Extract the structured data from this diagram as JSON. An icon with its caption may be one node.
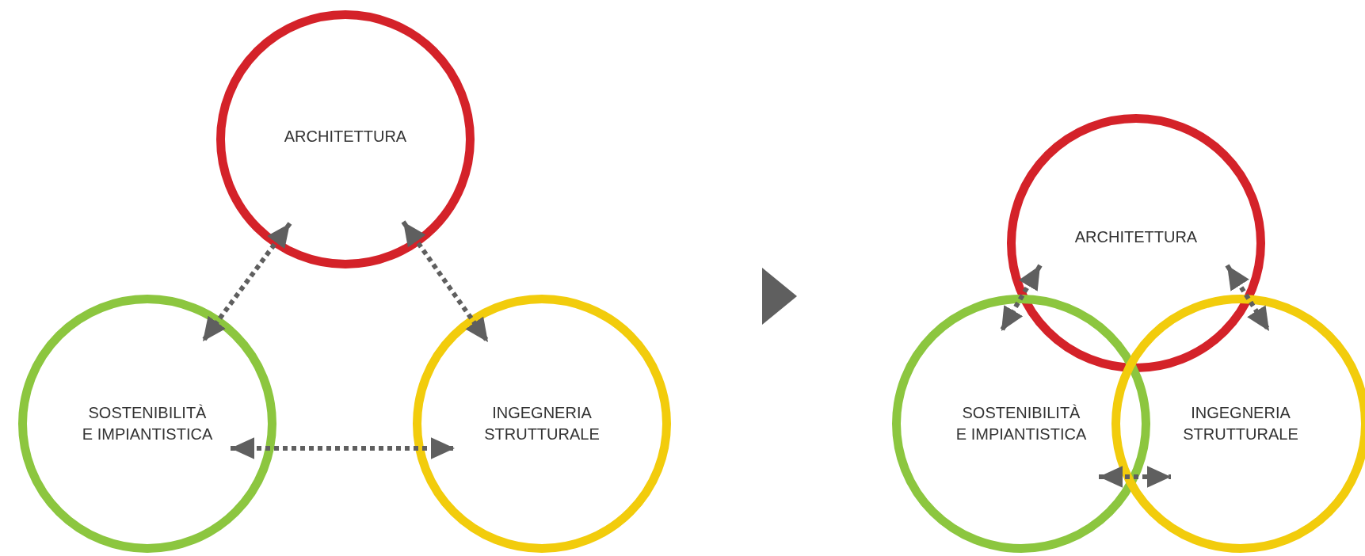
{
  "diagram": {
    "nodes": [
      {
        "text": [
          "ARCHITETTURA"
        ]
      },
      {
        "text": [
          "SOSTENIBILITÀ E IMPIANTISTICA"
        ]
      },
      {
        "text": [
          "INGEGNERIA STRUTTURALE"
        ]
      },
      {
        "text": [
          "ARCHITETTURA"
        ]
      },
      {
        "text": [
          "SOSTENIBILITÀ E IMPIANTISTICA"
        ]
      },
      {
        "text": [
          "INGEGNERIA STRUTTURALE"
        ]
      }
    ],
    "edges": [
      {
        "from": 0,
        "to": 1,
        "arrow": "both"
      },
      {
        "from": 0,
        "to": 2,
        "arrow": "both"
      },
      {
        "from": 1,
        "to": 2,
        "arrow": "both"
      },
      {
        "from": 3,
        "to": 4,
        "arrow": "both"
      },
      {
        "from": 3,
        "to": 5,
        "arrow": "both"
      },
      {
        "from": 4,
        "to": 5,
        "arrow": "both"
      }
    ]
  }
}
